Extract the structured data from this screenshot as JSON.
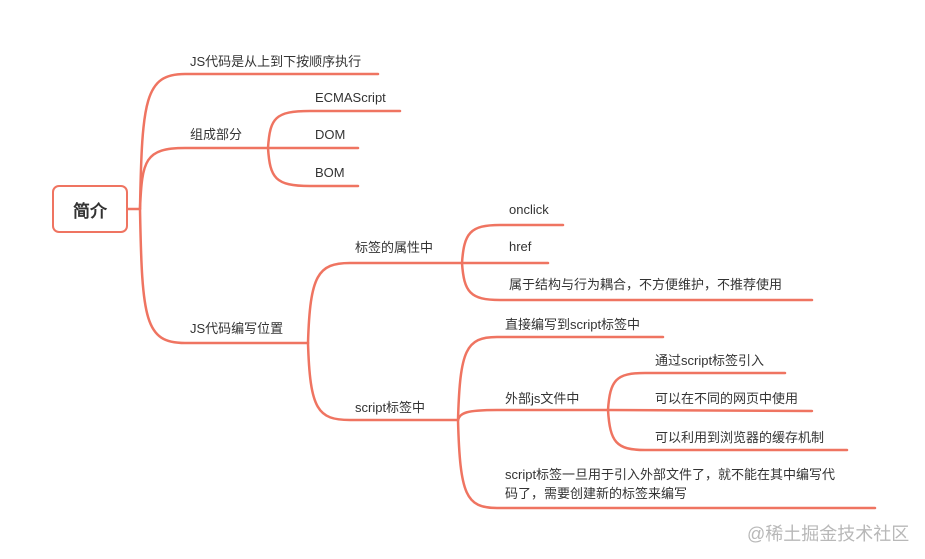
{
  "root": "简介",
  "branches": {
    "order": "JS代码是从上到下按顺序执行",
    "parts": {
      "label": "组成部分",
      "children": [
        "ECMAScript",
        "DOM",
        "BOM"
      ]
    },
    "position": {
      "label": "JS代码编写位置",
      "attr": {
        "label": "标签的属性中",
        "children": [
          "onclick",
          "href",
          "属于结构与行为耦合，不方便维护，不推荐使用"
        ]
      },
      "script": {
        "label": "script标签中",
        "direct": "直接编写到script标签中",
        "external": {
          "label": "外部js文件中",
          "children": [
            "通过script标签引入",
            "可以在不同的网页中使用",
            "可以利用到浏览器的缓存机制"
          ]
        },
        "note_line1": "script标签一旦用于引入外部文件了，就不能在其中编写代",
        "note_line2": "码了，需要创建新的标签来编写"
      }
    }
  },
  "watermark": "@稀土掘金技术社区",
  "colors": {
    "line": "#ef7461"
  }
}
